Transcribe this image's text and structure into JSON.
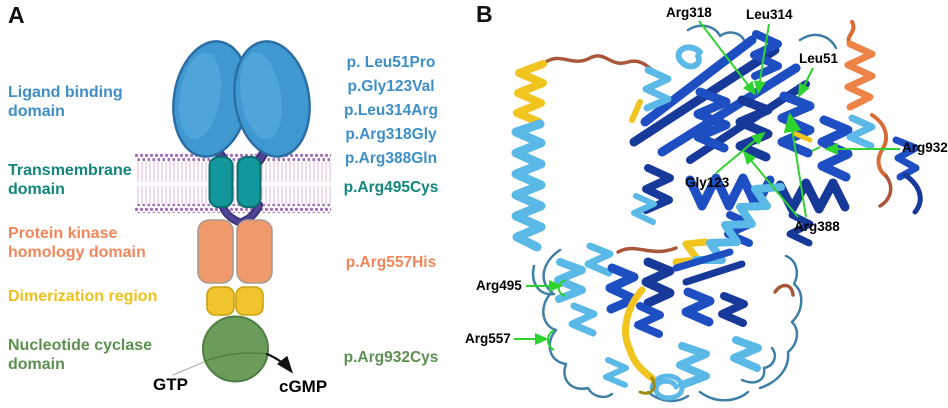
{
  "figure": {
    "panelA": {
      "label": "A",
      "domain_labels": [
        {
          "line1": "Ligand binding",
          "line2": "domain",
          "color": "#3E8FC8"
        },
        {
          "line1": "Transmembrane",
          "line2": "domain",
          "color": "#12867D"
        },
        {
          "line1": "Protein kinase",
          "line2": "homology domain",
          "color": "#F0875A"
        },
        {
          "line1": "Dimerization region",
          "line2": "",
          "color": "#EFC11E"
        },
        {
          "line1": "Nucleotide cyclase",
          "line2": "domain",
          "color": "#5C8F50"
        }
      ],
      "mutations_ligand": [
        "p. Leu51Pro",
        "p.Gly123Val",
        "p.Leu314Arg",
        "p.Arg318Gly",
        "p.Arg388Gln"
      ],
      "mutation_transmembrane": "p.Arg495Cys",
      "mutation_kinase": "p.Arg557His",
      "mutation_cyclase": "p.Arg932Cys",
      "substrate": "GTP",
      "product": "cGMP"
    },
    "panelB": {
      "label": "B",
      "residue_labels": [
        "Arg318",
        "Leu314",
        "Leu51",
        "Arg932",
        "Gly123",
        "Arg388",
        "Arg495",
        "Arg557"
      ]
    },
    "colors": {
      "ligand_blue": "#3E8FC8",
      "transmembrane_teal": "#12867D",
      "kinase_orange": "#F0875A",
      "dimerization_yellow": "#EFC11E",
      "cyclase_green": "#5C8F50",
      "annotation_green": "#2FD32F",
      "ribbon_dark_blue": "#1D4EC2",
      "ribbon_navy": "#16399A",
      "ribbon_light_blue": "#5BB9E8",
      "ribbon_yellow": "#F2C41F",
      "ribbon_orange": "#EE8348",
      "ribbon_brown": "#A9573A"
    }
  }
}
